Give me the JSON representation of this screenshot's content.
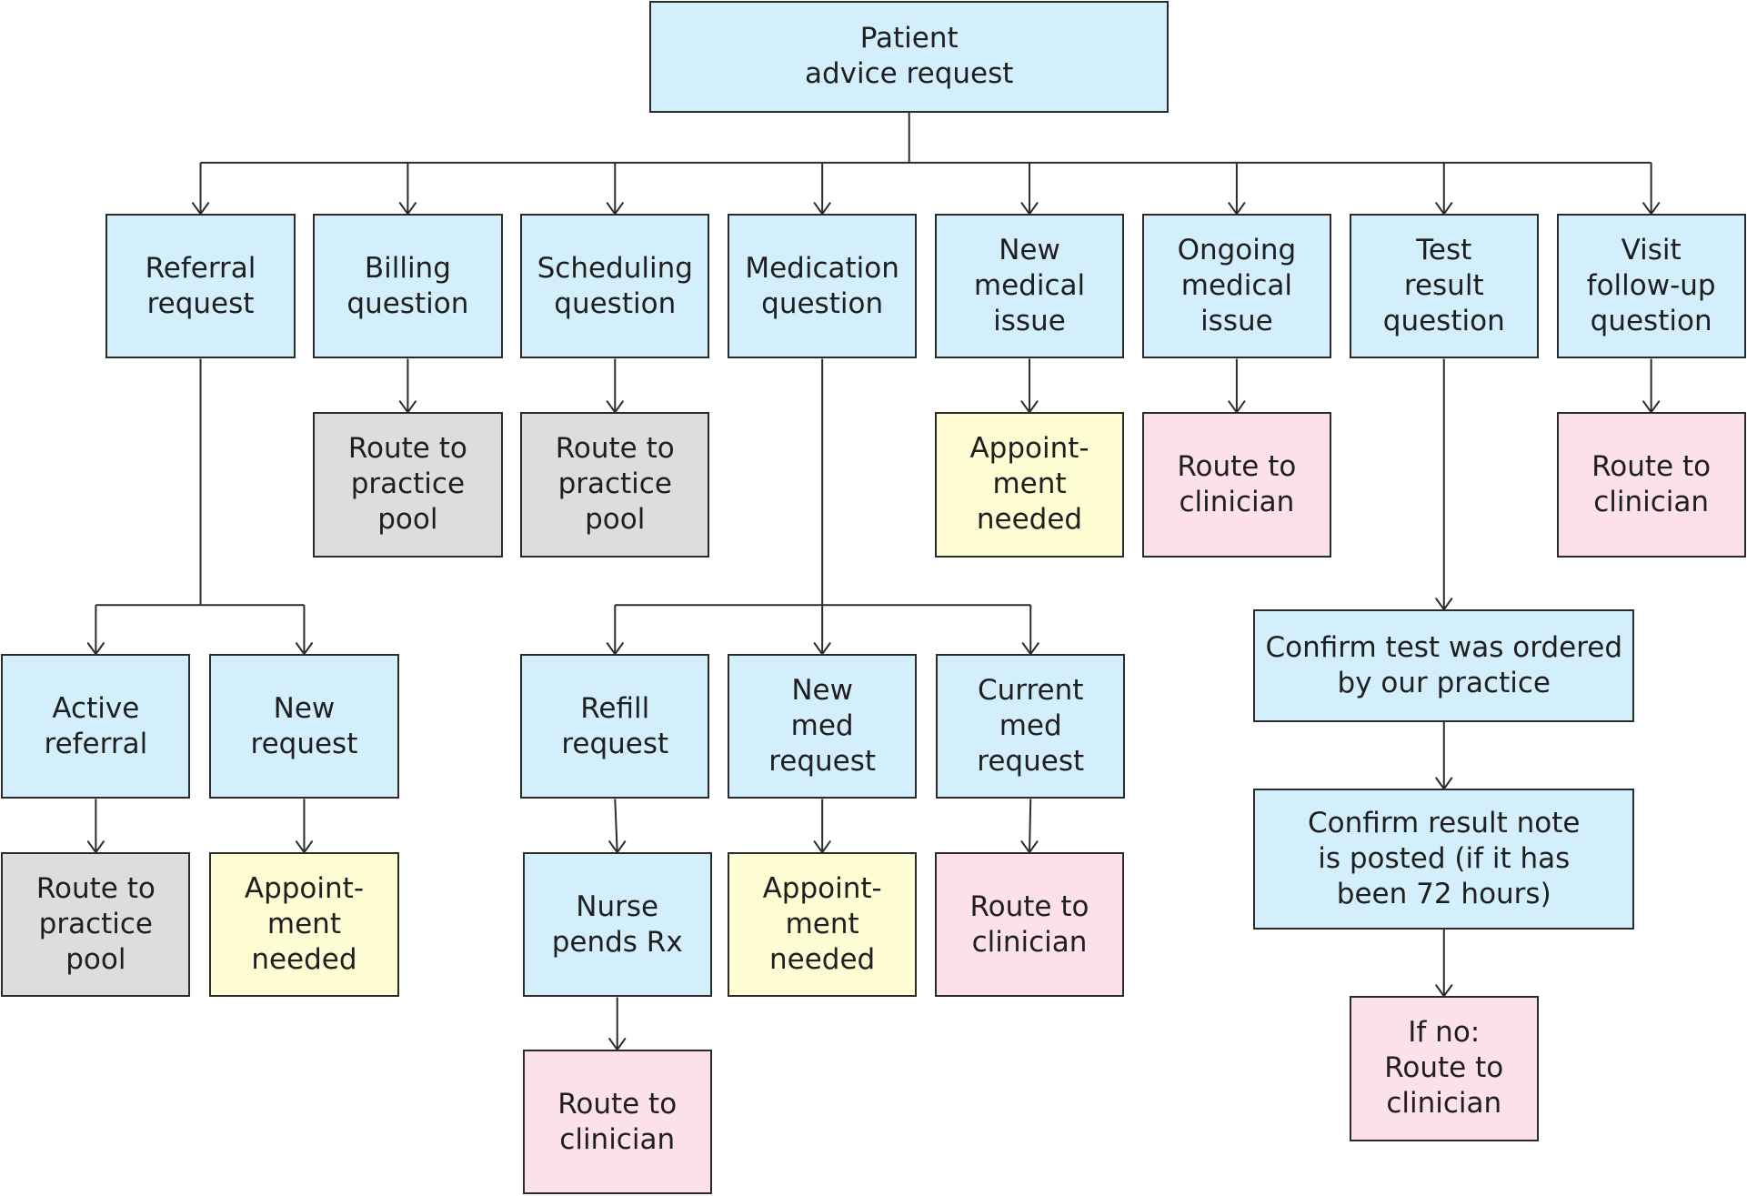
{
  "colors": {
    "info": "#d4effc",
    "pool": "#dcdddf",
    "appointment": "#fdfcd2",
    "clinician": "#fce0ec",
    "line": "#2b2b2b"
  },
  "nodes": [
    {
      "id": "patient-advice-request",
      "text": "Patient\nadvice request",
      "kind": "info"
    },
    {
      "id": "referral-request",
      "text": "Referral\nrequest",
      "kind": "info"
    },
    {
      "id": "billing-question",
      "text": "Billing\nquestion",
      "kind": "info"
    },
    {
      "id": "scheduling-question",
      "text": "Scheduling\nquestion",
      "kind": "info"
    },
    {
      "id": "medication-question",
      "text": "Medication\nquestion",
      "kind": "info"
    },
    {
      "id": "new-medical-issue",
      "text": "New\nmedical\nissue",
      "kind": "info"
    },
    {
      "id": "ongoing-medical-issue",
      "text": "Ongoing\nmedical\nissue",
      "kind": "info"
    },
    {
      "id": "test-result-question",
      "text": "Test\nresult\nquestion",
      "kind": "info"
    },
    {
      "id": "visit-follow-up-question",
      "text": "Visit\nfollow-up\nquestion",
      "kind": "info"
    },
    {
      "id": "billing-route-to-practice-pool",
      "text": "Route to\npractice\npool",
      "kind": "pool"
    },
    {
      "id": "scheduling-route-to-practice-pool",
      "text": "Route to\npractice\npool",
      "kind": "pool"
    },
    {
      "id": "new-issue-appointment-needed",
      "text": "Appoint-\nment\nneeded",
      "kind": "appointment"
    },
    {
      "id": "ongoing-issue-route-to-clinician",
      "text": "Route to\nclinician",
      "kind": "clinician"
    },
    {
      "id": "follow-up-route-to-clinician",
      "text": "Route to\nclinician",
      "kind": "clinician"
    },
    {
      "id": "active-referral",
      "text": "Active\nreferral",
      "kind": "info"
    },
    {
      "id": "new-request",
      "text": "New\nrequest",
      "kind": "info"
    },
    {
      "id": "active-referral-route-to-practice-pool",
      "text": "Route to\npractice\npool",
      "kind": "pool"
    },
    {
      "id": "new-request-appointment-needed",
      "text": "Appoint-\nment\nneeded",
      "kind": "appointment"
    },
    {
      "id": "refill-request",
      "text": "Refill\nrequest",
      "kind": "info"
    },
    {
      "id": "new-med-request",
      "text": "New\nmed\nrequest",
      "kind": "info"
    },
    {
      "id": "current-med-request",
      "text": "Current\nmed\nrequest",
      "kind": "info"
    },
    {
      "id": "nurse-pends-rx",
      "text": "Nurse\npends Rx",
      "kind": "info"
    },
    {
      "id": "new-med-appointment-needed",
      "text": "Appoint-\nment\nneeded",
      "kind": "appointment"
    },
    {
      "id": "current-med-route-to-clinician",
      "text": "Route to\nclinician",
      "kind": "clinician"
    },
    {
      "id": "nurse-route-to-clinician",
      "text": "Route to\nclinician",
      "kind": "clinician"
    },
    {
      "id": "confirm-test-ordered",
      "text": "Confirm test was ordered\nby our practice",
      "kind": "info"
    },
    {
      "id": "confirm-result-note",
      "text": "Confirm result note\nis posted (if it has\nbeen 72 hours)",
      "kind": "info"
    },
    {
      "id": "if-no-route-to-clinician",
      "text": "If no:\nRoute to\nclinician",
      "kind": "clinician"
    }
  ],
  "edges": [
    {
      "from": "patient-advice-request",
      "to": "referral-request"
    },
    {
      "from": "patient-advice-request",
      "to": "billing-question"
    },
    {
      "from": "patient-advice-request",
      "to": "scheduling-question"
    },
    {
      "from": "patient-advice-request",
      "to": "medication-question"
    },
    {
      "from": "patient-advice-request",
      "to": "new-medical-issue"
    },
    {
      "from": "patient-advice-request",
      "to": "ongoing-medical-issue"
    },
    {
      "from": "patient-advice-request",
      "to": "test-result-question"
    },
    {
      "from": "patient-advice-request",
      "to": "visit-follow-up-question"
    },
    {
      "from": "billing-question",
      "to": "billing-route-to-practice-pool"
    },
    {
      "from": "scheduling-question",
      "to": "scheduling-route-to-practice-pool"
    },
    {
      "from": "new-medical-issue",
      "to": "new-issue-appointment-needed"
    },
    {
      "from": "ongoing-medical-issue",
      "to": "ongoing-issue-route-to-clinician"
    },
    {
      "from": "visit-follow-up-question",
      "to": "follow-up-route-to-clinician"
    },
    {
      "from": "referral-request",
      "to": "active-referral"
    },
    {
      "from": "referral-request",
      "to": "new-request"
    },
    {
      "from": "active-referral",
      "to": "active-referral-route-to-practice-pool"
    },
    {
      "from": "new-request",
      "to": "new-request-appointment-needed"
    },
    {
      "from": "medication-question",
      "to": "refill-request"
    },
    {
      "from": "medication-question",
      "to": "new-med-request"
    },
    {
      "from": "medication-question",
      "to": "current-med-request"
    },
    {
      "from": "refill-request",
      "to": "nurse-pends-rx"
    },
    {
      "from": "new-med-request",
      "to": "new-med-appointment-needed"
    },
    {
      "from": "current-med-request",
      "to": "current-med-route-to-clinician"
    },
    {
      "from": "nurse-pends-rx",
      "to": "nurse-route-to-clinician"
    },
    {
      "from": "test-result-question",
      "to": "confirm-test-ordered"
    },
    {
      "from": "confirm-test-ordered",
      "to": "confirm-result-note"
    },
    {
      "from": "confirm-result-note",
      "to": "if-no-route-to-clinician"
    }
  ]
}
